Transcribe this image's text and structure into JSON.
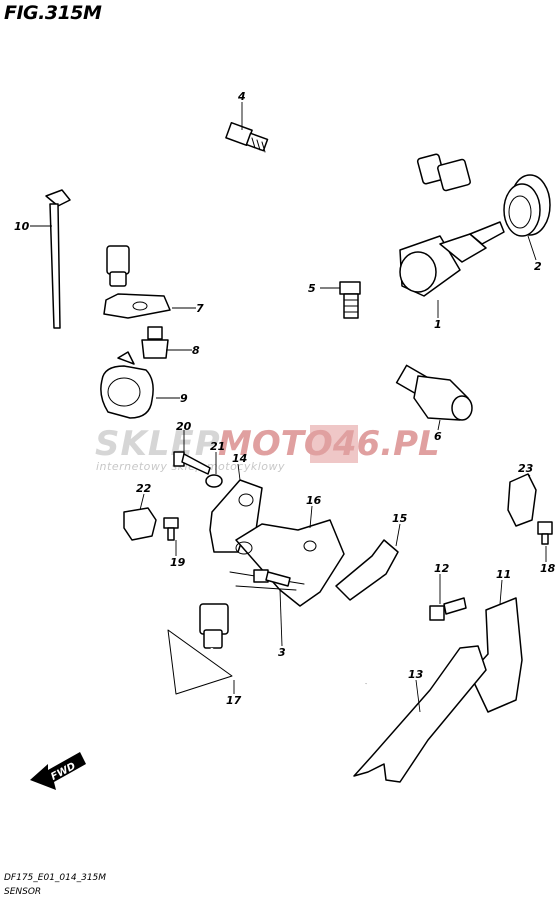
{
  "figure": {
    "title": "FIG.315M",
    "code": "DF175_E01_014_315M",
    "name": "SENSOR"
  },
  "watermark": {
    "brand_left": "SKLEP",
    "brand_right": "MOTO46.PL",
    "tagline": "internetowy sklep motocyklowy",
    "accent_color": "#c0392b"
  },
  "fwd_label": "FWD",
  "callouts": [
    {
      "id": "c1",
      "label": "1"
    },
    {
      "id": "c2",
      "label": "2"
    },
    {
      "id": "c3",
      "label": "3"
    },
    {
      "id": "c4",
      "label": "4"
    },
    {
      "id": "c5",
      "label": "5"
    },
    {
      "id": "c6",
      "label": "6"
    },
    {
      "id": "c7",
      "label": "7"
    },
    {
      "id": "c8",
      "label": "8"
    },
    {
      "id": "c9",
      "label": "9"
    },
    {
      "id": "c10",
      "label": "10"
    },
    {
      "id": "c11",
      "label": "11"
    },
    {
      "id": "c12",
      "label": "12"
    },
    {
      "id": "c13",
      "label": "13"
    },
    {
      "id": "c14",
      "label": "14"
    },
    {
      "id": "c15",
      "label": "15"
    },
    {
      "id": "c16",
      "label": "16"
    },
    {
      "id": "c17",
      "label": "17"
    },
    {
      "id": "c18",
      "label": "18"
    },
    {
      "id": "c19",
      "label": "19"
    },
    {
      "id": "c20",
      "label": "20"
    },
    {
      "id": "c21",
      "label": "21"
    },
    {
      "id": "c22",
      "label": "22"
    },
    {
      "id": "c23",
      "label": "23"
    }
  ]
}
